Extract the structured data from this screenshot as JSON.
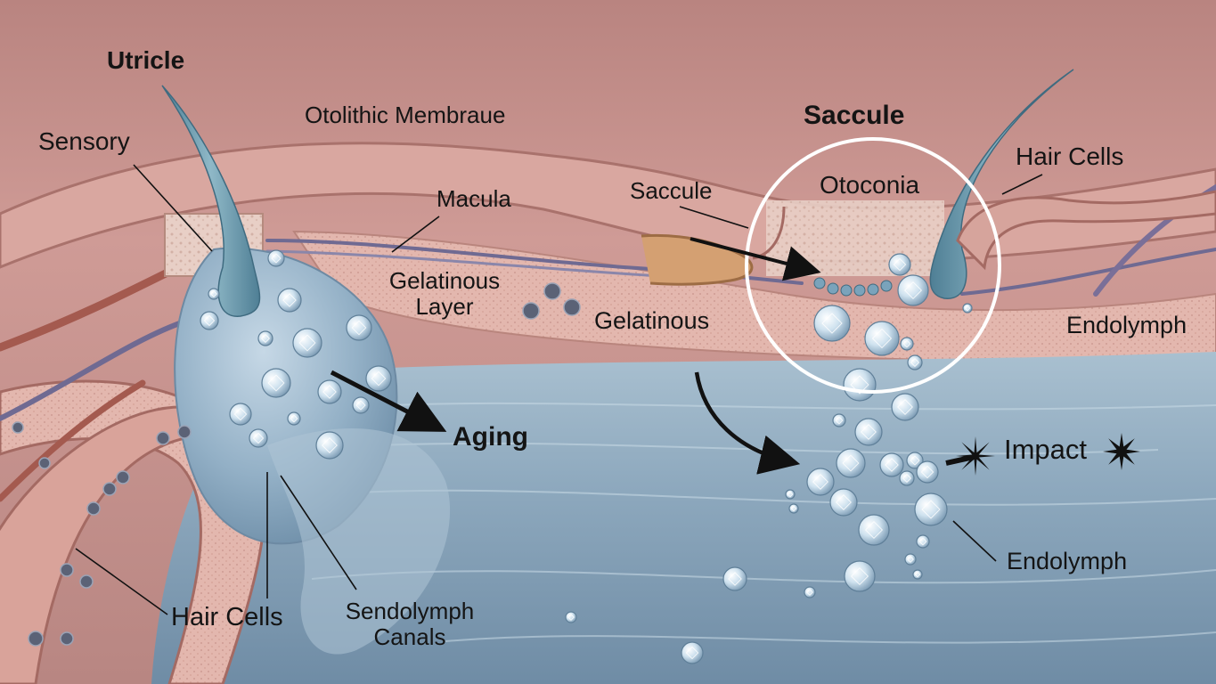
{
  "labels": {
    "utricle": "Utricle",
    "sensory": "Sensory",
    "otolithic_membrane": "Otolithic Membraue",
    "macula": "Macula",
    "gelatinous_layer": "Gelatinous\nLayer",
    "saccule_title": "Saccule",
    "saccule_small": "Saccule",
    "otoconia": "Otoconia",
    "hair_cells_top": "Hair Cells",
    "gelatinous": "Gelatinous",
    "endolymph_right": "Endolymph",
    "aging": "Aging",
    "impact": "Impact",
    "endolymph_bottom": "Endolymph",
    "hair_cells_bottom": "Hair Cells",
    "sendolymph_canals": "Sendolymph\nCanals"
  },
  "colors": {
    "tissue_wall": "#c9908e",
    "tissue_layer": "#e5b9b1",
    "fluid": "#93aec2",
    "fluid_deep": "#6d8aa3",
    "nerve_purple": "#6f6a92",
    "vessel_red": "#a45a4f",
    "crystal": "#c9dfee",
    "circle_highlight": "#ffffff"
  },
  "icons": [
    "burst-icon"
  ]
}
